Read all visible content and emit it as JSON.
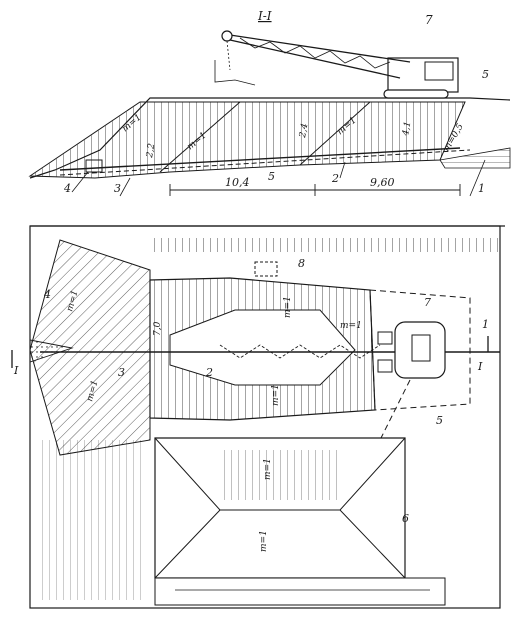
{
  "section": {
    "title": "I-I",
    "labels": {
      "crane": "7",
      "trench_right": "5",
      "hatch_upper": "5",
      "pipe": "3",
      "bottom": "2",
      "end": "1",
      "pit": "4"
    },
    "slopes": {
      "m1": "m=1",
      "m2": "m=1",
      "m3": "m=1",
      "m4": "m=0,5"
    },
    "depths": {
      "d1": "2,2",
      "d2": "2,4",
      "d3": "4,1"
    },
    "dimensions": {
      "left": "10,4",
      "right": "9,60"
    }
  },
  "plan": {
    "section_marks": {
      "left": "I",
      "right": "I"
    },
    "labels": {
      "area8": "8",
      "crane": "7",
      "end": "1",
      "pit": "4",
      "pipe": "3",
      "bottom": "2",
      "trench": "5",
      "stockpile": "6"
    },
    "slopes": {
      "left_top": "m=1",
      "left_bottom": "m=1",
      "center_top": "m=1",
      "center_bottom": "m=1",
      "right": "m=1",
      "stockpile": "m=1",
      "stockpile_lower": "m=1"
    },
    "width": "7,0"
  },
  "colors": {
    "ink": "#1a1a1a",
    "paper": "#ffffff"
  }
}
